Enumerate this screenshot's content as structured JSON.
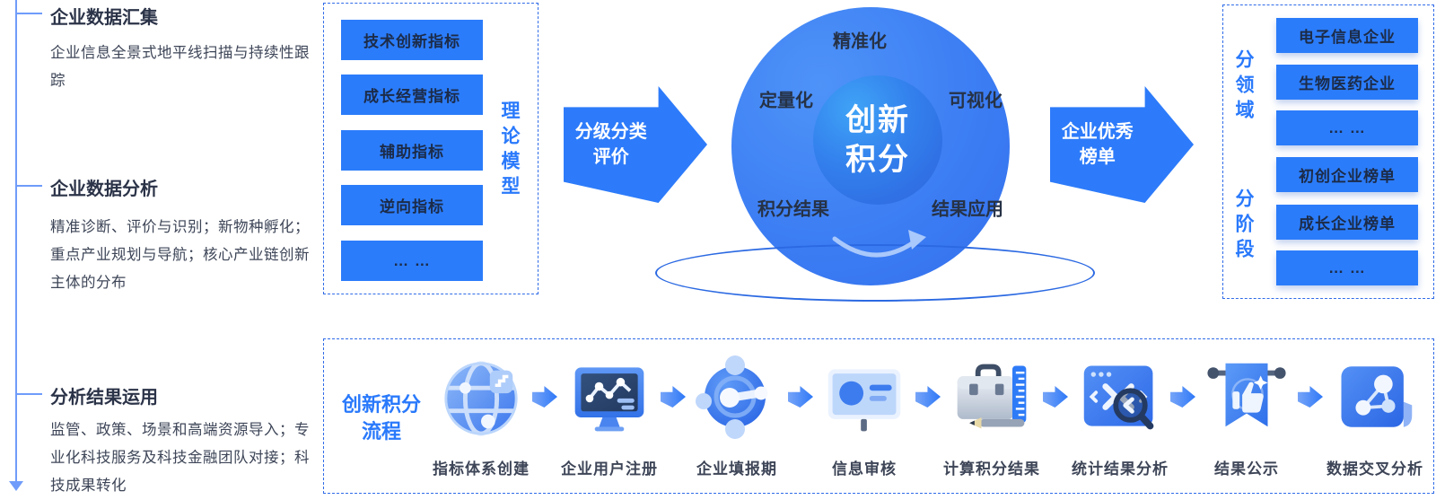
{
  "colors": {
    "accent_blue": "#2b7cfa",
    "deep_navy_text": "#1c2b47",
    "body_text": "#3d4557",
    "blue_label_text": "#2979fb",
    "timeline_blue": "#6f9cfa",
    "dashed_border": "#2f6be8",
    "circle_fill": "#3b7cf3",
    "sphere_fill": "#3380ed"
  },
  "timeline": {
    "sections": [
      {
        "title": "企业数据汇集",
        "body": "企业信息全景式地平线扫描与持续性跟踪"
      },
      {
        "title": "企业数据分析",
        "body": "精准诊断、评价与识别；新物种孵化；重点产业规划与导航；核心产业链创新主体的分布"
      },
      {
        "title": "分析结果运用",
        "body": "监管、政策、场景和高端资源导入；专业化科技服务及科技金融团队对接；科技成果转化"
      }
    ]
  },
  "model_box": {
    "side_label": "理论模型",
    "items": [
      "技术创新指标",
      "成长经营指标",
      "辅助指标",
      "逆向指标",
      "… …"
    ]
  },
  "arrow_left": {
    "label": "分级分类\n评价"
  },
  "core": {
    "center_label": "创新\n积分",
    "labels": {
      "top": "精准化",
      "left": "定量化",
      "right": "可视化",
      "bottom_left": "积分结果",
      "bottom_right": "结果应用"
    }
  },
  "arrow_right": {
    "label": "企业优秀\n榜单"
  },
  "result_box": {
    "groups": [
      {
        "side_label": "分领域",
        "items": [
          "电子信息企业",
          "生物医药企业",
          "… …"
        ]
      },
      {
        "side_label": "分阶段",
        "items": [
          "初创企业榜单",
          "成长企业榜单",
          "… …"
        ]
      }
    ]
  },
  "process": {
    "title": "创新积分\n流程",
    "steps": [
      {
        "label": "指标体系创建",
        "icon": "globe-icon"
      },
      {
        "label": "企业用户注册",
        "icon": "monitor-chart-icon"
      },
      {
        "label": "企业填报期",
        "icon": "molecule-icon"
      },
      {
        "label": "信息审核",
        "icon": "presentation-board-icon"
      },
      {
        "label": "计算积分结果",
        "icon": "briefcase-ruler-icon"
      },
      {
        "label": "统计结果分析",
        "icon": "magnifier-window-icon"
      },
      {
        "label": "结果公示",
        "icon": "ribbon-thumbsup-icon"
      },
      {
        "label": "数据交叉分析",
        "icon": "network-page-icon"
      }
    ]
  }
}
